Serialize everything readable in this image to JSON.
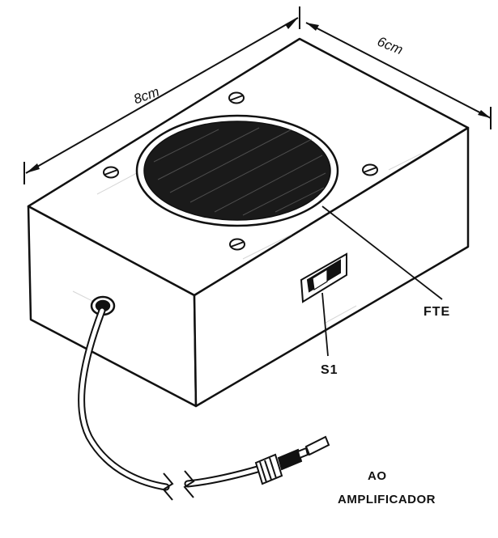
{
  "dimensions": {
    "length": "8cm",
    "width": "6cm"
  },
  "labels": {
    "speaker": "FTE",
    "switch": "S1",
    "destination_line1": "AO",
    "destination_line2": "AMPLIFICADOR"
  },
  "colors": {
    "ink": "#111111",
    "paper": "#ffffff",
    "grille": "#1a1a1a"
  }
}
